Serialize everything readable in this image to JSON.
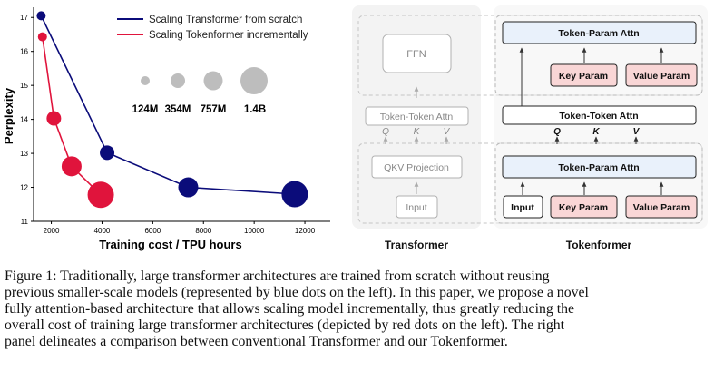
{
  "chart_data": {
    "type": "scatter",
    "title": "",
    "xlabel": "Training cost / TPU hours",
    "ylabel": "Perplexity",
    "xlim": [
      1300,
      13000
    ],
    "ylim": [
      11,
      17.3
    ],
    "x_ticks": [
      "2000",
      "4000",
      "6000",
      "8000",
      "10000",
      "12000"
    ],
    "y_ticks": [
      "11",
      "12",
      "13",
      "14",
      "15",
      "16",
      "17"
    ],
    "grid": false,
    "legend_position": "top-right",
    "size_legend": [
      "124M",
      "354M",
      "757M",
      "1.4B"
    ],
    "series": [
      {
        "name": "Scaling Transformer from scratch",
        "color": "#0b0c7a",
        "points": [
          {
            "x": 1600,
            "y": 17.05,
            "size": "124M"
          },
          {
            "x": 4200,
            "y": 13.02,
            "size": "354M"
          },
          {
            "x": 7400,
            "y": 12.0,
            "size": "757M"
          },
          {
            "x": 11600,
            "y": 11.8,
            "size": "1.4B"
          }
        ]
      },
      {
        "name": "Scaling Tokenformer incrementally",
        "color": "#e0143c",
        "points": [
          {
            "x": 1650,
            "y": 16.43,
            "size": "124M"
          },
          {
            "x": 2100,
            "y": 14.03,
            "size": "354M"
          },
          {
            "x": 2800,
            "y": 12.62,
            "size": "757M"
          },
          {
            "x": 3950,
            "y": 11.78,
            "size": "1.4B"
          }
        ]
      }
    ]
  },
  "diagram": {
    "transformer": {
      "title": "Transformer",
      "ffn": "FFN",
      "token_token_attn": "Token-Token Attn",
      "q": "Q",
      "k": "K",
      "v": "V",
      "qkv_projection": "QKV Projection",
      "input": "Input"
    },
    "tokenformer": {
      "title": "Tokenformer",
      "token_param_attn_top": "Token-Param Attn",
      "key_param_top": "Key Param",
      "value_param_top": "Value Param",
      "token_token_attn": "Token-Token Attn",
      "q": "Q",
      "k": "K",
      "v": "V",
      "token_param_attn_bottom": "Token-Param Attn",
      "input": "Input",
      "key_param_bottom": "Key Param",
      "value_param_bottom": "Value Param"
    }
  },
  "colors": {
    "transformer_series": "#0b0c7a",
    "tokenformer_series": "#e0143c",
    "size_legend_dot": "#bdbdbd",
    "attn_fill": "#e9f1fb",
    "param_fill": "#f9d6d6"
  },
  "caption": {
    "lines": [
      "Figure 1: Traditionally, large transformer architectures are trained from scratch without reusing",
      "previous smaller-scale models (represented by blue dots on the left). In this paper, we propose a novel",
      "fully attention-based architecture that allows scaling model incrementally, thus greatly reducing the",
      "overall cost of training large transformer architectures (depicted by red dots on the left). The right",
      "panel delineates a comparison between conventional Transformer and our Tokenformer."
    ]
  }
}
